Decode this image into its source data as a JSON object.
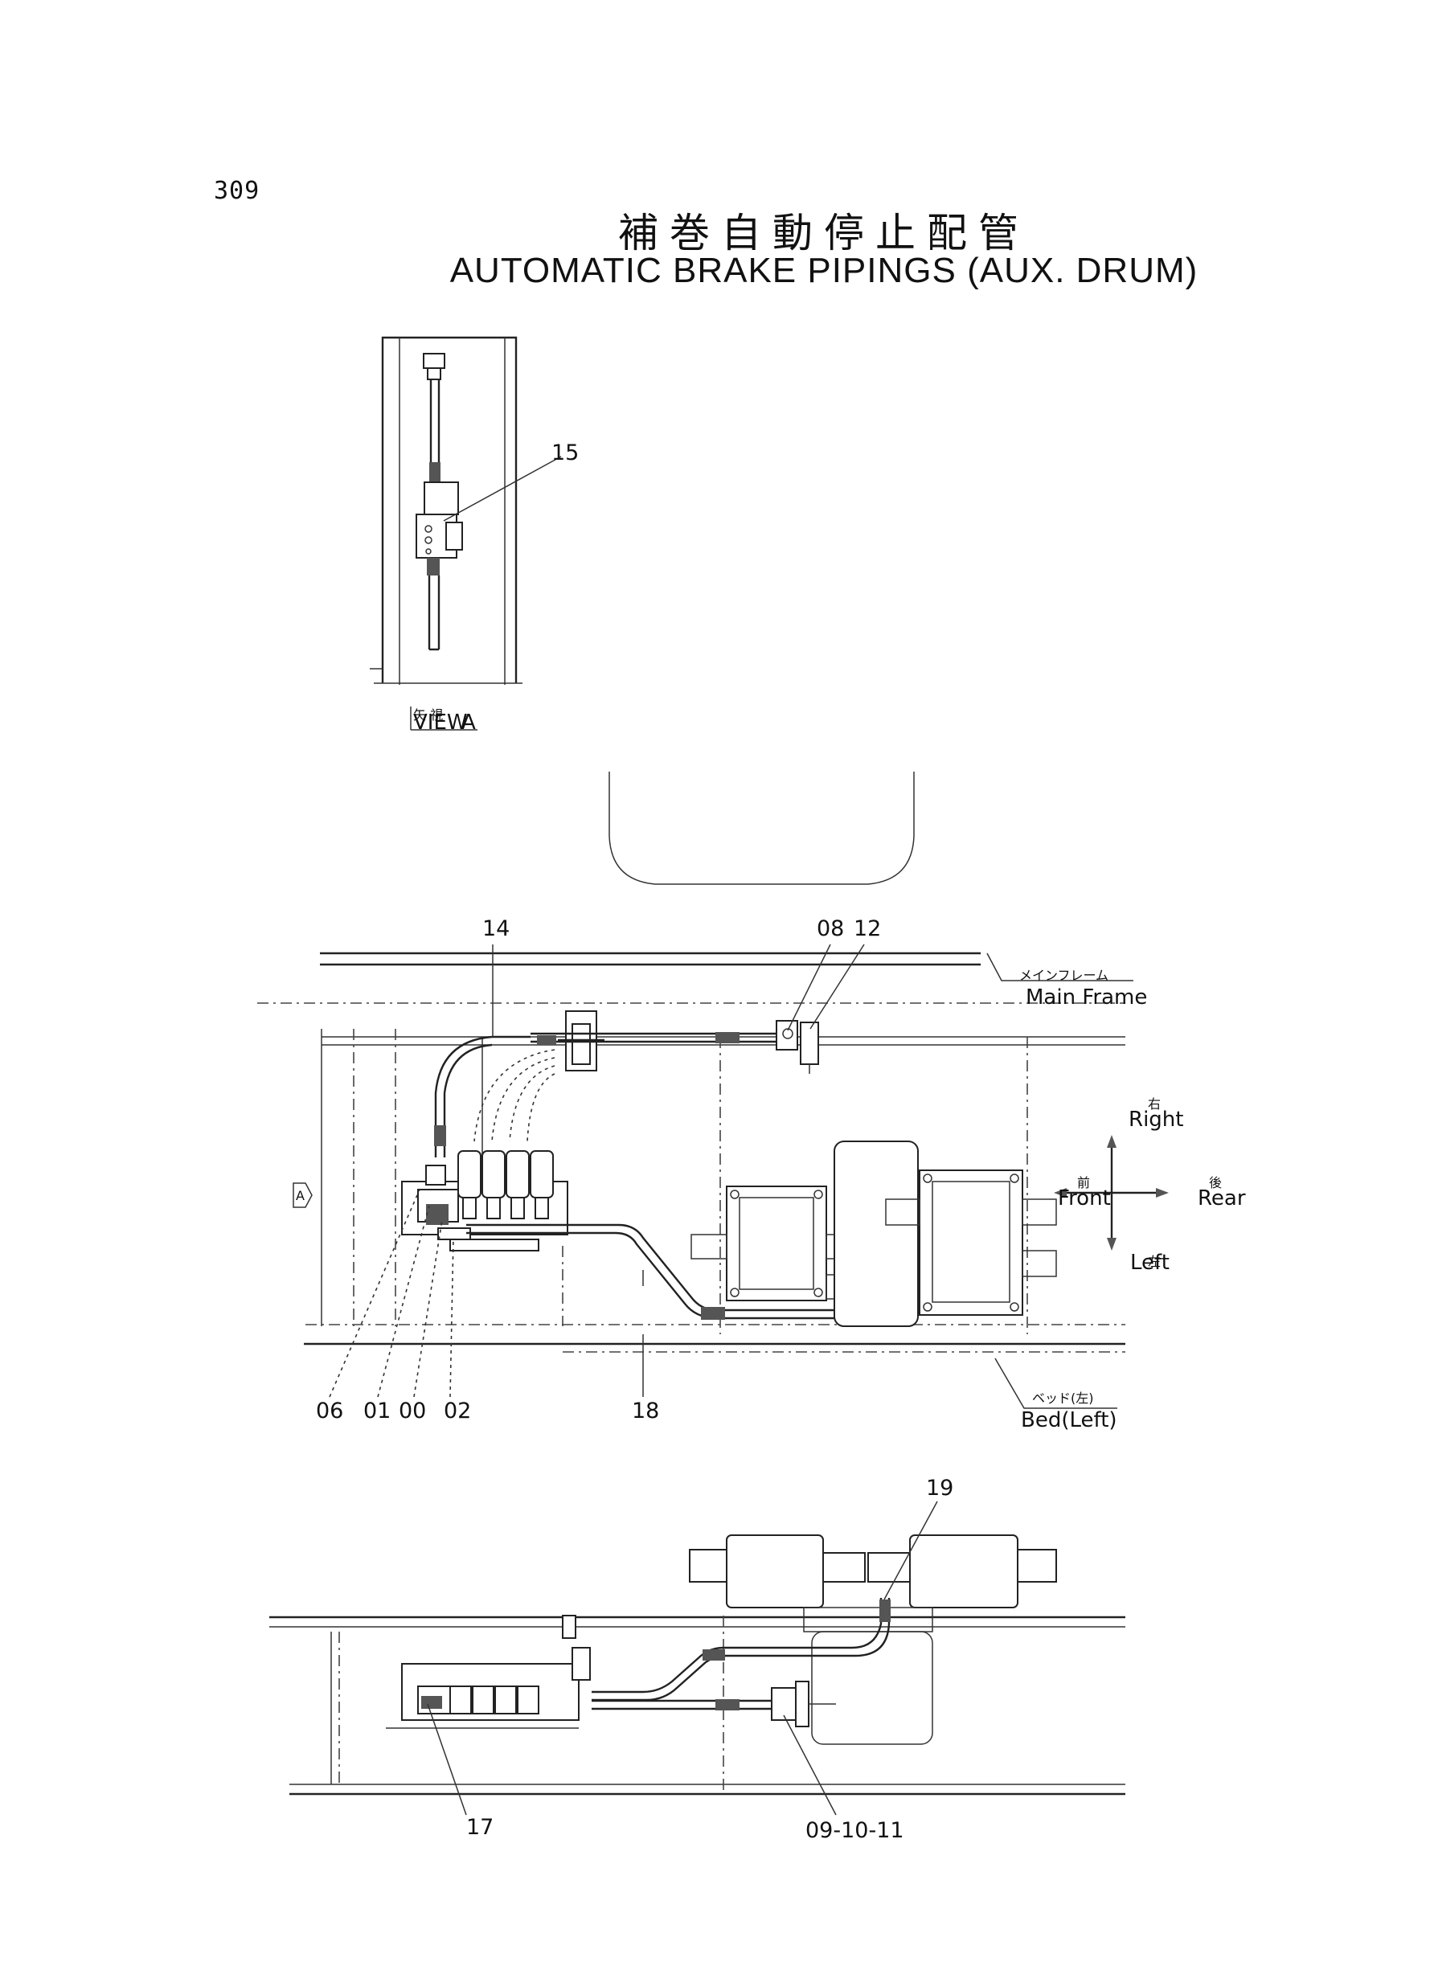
{
  "page": {
    "number": "309",
    "title_jp": "補巻自動停止配管",
    "title_en": "AUTOMATIC BRAKE PIPINGS (AUX. DRUM)"
  },
  "view_a": {
    "label_jp": "矢 視",
    "label_en": "VIEW",
    "label_letter": "A",
    "callout": "15"
  },
  "plan_view": {
    "arrow_marker": "A",
    "callouts_top": [
      "14",
      "08",
      "12"
    ],
    "callouts_bottom": [
      "06",
      "01",
      "00",
      "02",
      "18"
    ],
    "main_frame_jp": "メインフレーム",
    "main_frame_en": "Main Frame",
    "bed_jp": "ベッド(左)",
    "bed_en": "Bed(Left)"
  },
  "orientation": {
    "right_jp": "右",
    "right_en": "Right",
    "front_jp": "前",
    "front_en": "Front",
    "rear_jp": "後",
    "rear_en": "Rear",
    "left_jp": "左",
    "left_en": "Left"
  },
  "side_view": {
    "callouts": [
      "19",
      "17",
      "09-10-11"
    ]
  }
}
